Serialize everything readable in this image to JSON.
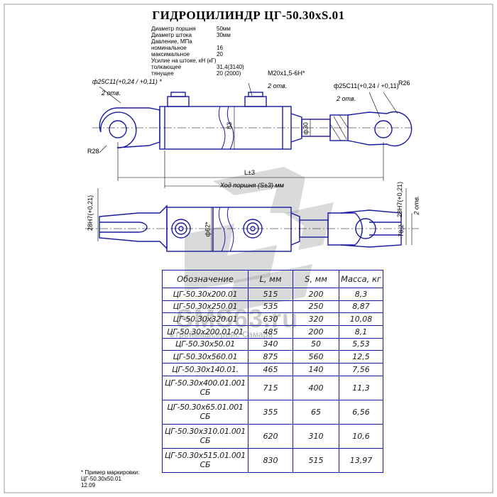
{
  "title": "ГИДРОЦИЛИНДР  ЦГ-50.30хS.01",
  "specs": [
    {
      "label": "Диаметр поршня",
      "value": "50мм"
    },
    {
      "label": "Диаметр штока",
      "value": "30мм"
    },
    {
      "label": "Давление, МПа",
      "value": ""
    },
    {
      "label": "номинальное",
      "value": "16"
    },
    {
      "label": "максимальное",
      "value": "20"
    },
    {
      "label": "Усилие на штоке, кН (кГ)",
      "value": ""
    },
    {
      "label": "толкающее",
      "value": "31,4(3140)"
    },
    {
      "label": "тянущее",
      "value": "20  (2000)"
    }
  ],
  "dims": {
    "pin_left": "ф25С11(+0,24 / +0,11) *",
    "holes_left": "2 отв.",
    "port_thread": "М20х1,5-6Н*",
    "holes_port": "2 отв.",
    "pin_right": "ф25С11(+0,24 / +0,11)",
    "holes_right": "2 отв.",
    "r_right": "R26",
    "r_left": "R28",
    "d83": "83",
    "d30": "ф30",
    "length": "L±3",
    "stroke": "Ход поршня (S±3) мм",
    "slot_left": "28Н7(+0,21)",
    "d62": "ф62*",
    "slot_right": "28Н7(+0,21)",
    "holes_bottom": "2 отв.",
    "d78": "78,2"
  },
  "table": {
    "headers": [
      "Обозначение",
      "L, мм",
      "S, мм",
      "Масса, кг"
    ],
    "rows": [
      [
        "ЦГ-50.30х200.01",
        "515",
        "200",
        "8,3"
      ],
      [
        "ЦГ-50.30х250.01",
        "535",
        "250",
        "8,87"
      ],
      [
        "ЦГ-50.30х320.01",
        "630",
        "320",
        "10,08"
      ],
      [
        "ЦГ-50.30х200.01-01",
        "485",
        "200",
        "8,1"
      ],
      [
        "ЦГ-50.30х50.01",
        "340",
        "50",
        "5,53"
      ],
      [
        "ЦГ-50.30х560.01",
        "875",
        "560",
        "12,5"
      ],
      [
        "ЦГ-50.30х140.01.",
        "465",
        "140",
        "7,56"
      ],
      [
        "ЦГ-50.30х400.01.001  СБ",
        "715",
        "400",
        "11,3"
      ],
      [
        "ЦГ-50.30х65.01.001  СБ",
        "355",
        "65",
        "6,56"
      ],
      [
        "ЦГ-50.30х310.01.001  СБ",
        "620",
        "310",
        "10,6"
      ],
      [
        "ЦГ-50.30х515.01.001  СБ",
        "830",
        "515",
        "13,97"
      ]
    ]
  },
  "watermark": {
    "main": "SMS63.ru",
    "sub": "Строймашсервис Самара"
  },
  "footnote": {
    "line1": "* Пример маркировки:",
    "line2": "ЦГ-50.30х50.01",
    "line3": "12.09"
  },
  "colors": {
    "outline": "#1a1aa0",
    "dimension": "#000000",
    "watermark": "#8c8c8c"
  }
}
